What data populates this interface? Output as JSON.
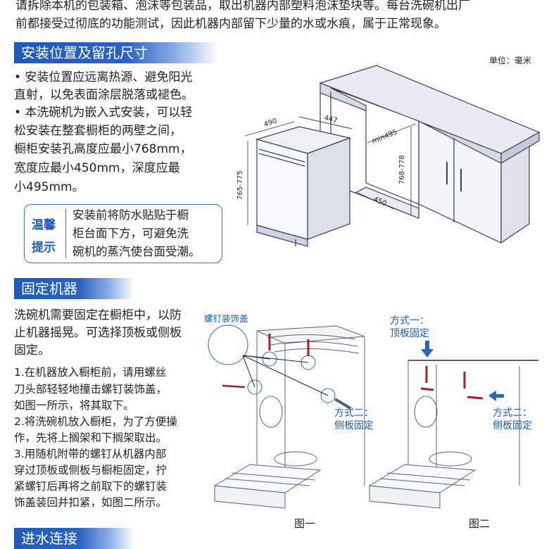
{
  "intro": {
    "line1": "请拆除本机的包装箱、泡沫等包装品，取出机器内部塑料泡沫垫块等。每台洗碗机出厂",
    "line2": "前都接受过彻底的功能测试，因此机器内部留下少量的水或水痕，属于正常现象。"
  },
  "install": {
    "heading": "安装位置及留孔尺寸",
    "unit": "单位：毫米",
    "bullet1": [
      "• 安装位置应远离热源、避免阳光",
      "  直射，以免表面涂层脱落或褪色。"
    ],
    "bullet2": [
      "• 本洗碗机为嵌入式安装，可以轻",
      "  松安装在整套橱柜的两壁之间，",
      "  橱柜安装孔高度应最小768mm，",
      "  宽度应最小450mm，深度应最",
      "  小495mm。"
    ],
    "tip_label_1": "温馨",
    "tip_label_2": "提示",
    "tip_lines": [
      "安装前将防水贴贴于橱",
      "柜台面下方，可避免洗",
      "碗机的蒸汽使台面受潮。"
    ],
    "dims": {
      "d490": "490",
      "d447": "447",
      "dmin495": "min495",
      "d765": "765-775",
      "d768": "768-778",
      "d450": "450"
    }
  },
  "fix": {
    "heading": "固定机器",
    "intro_lines": [
      "洗碗机需要固定在橱柜中，以防",
      "止机器摇晃。可选择顶板或侧板",
      "固定。"
    ],
    "steps": [
      "1.在机器放入橱柜前，请用螺丝",
      "刀头部轻轻地撞击螺钉装饰盖，",
      "如图一所示，将其取下。",
      "2.将洗碗机放入橱柜，为了方便操",
      "作，先将上搁架和下搁架取出。",
      "3.用随机附带的螺钉从机器内部",
      "穿过顶板或侧板与橱柜固定，拧",
      "紧螺钉后再将之前取下的螺钉装",
      "饰盖装回并扣紧，如图二所示。"
    ],
    "fig1": {
      "cap_label": "螺钉装饰盖",
      "method2": [
        "方式二：",
        "侧板固定"
      ],
      "caption": "图一"
    },
    "fig2": {
      "method1": [
        "方式一：",
        "顶板固定"
      ],
      "method2": [
        "方式二：",
        "侧板固定"
      ],
      "caption": "图二"
    }
  },
  "next": {
    "heading": "进水连接"
  }
}
